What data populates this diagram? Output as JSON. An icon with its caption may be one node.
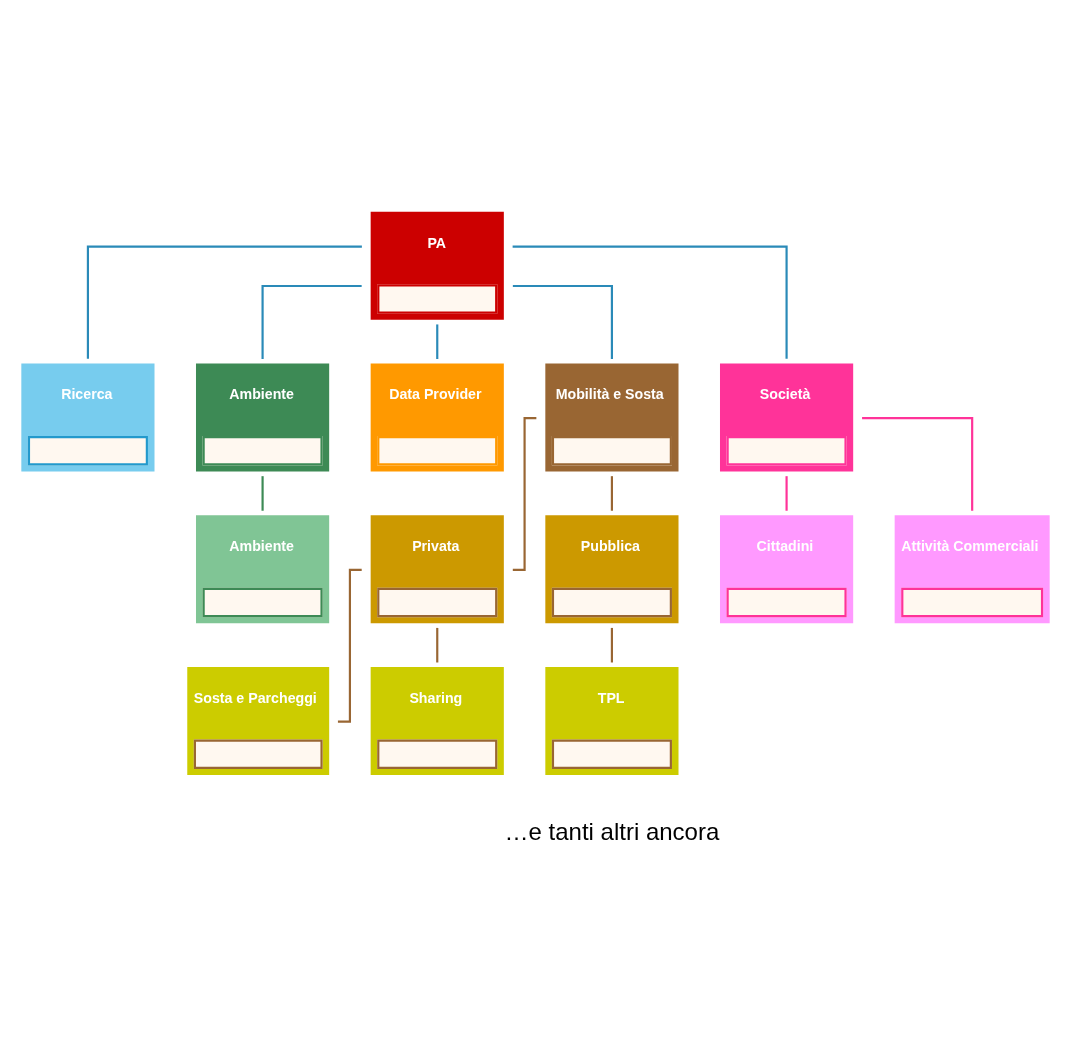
{
  "diagram": {
    "nodes": [
      {
        "text": [
          "PA"
        ]
      },
      {
        "text": [
          "Ricerca"
        ]
      },
      {
        "text": [
          "Ambiente"
        ]
      },
      {
        "text": [
          "Data Provider"
        ]
      },
      {
        "text": [
          "Mobilità e Sosta"
        ]
      },
      {
        "text": [
          "Società"
        ]
      },
      {
        "text": [
          "Ambiente"
        ]
      },
      {
        "text": [
          "Privata"
        ]
      },
      {
        "text": [
          "Pubblica"
        ]
      },
      {
        "text": [
          "Cittadini"
        ]
      },
      {
        "text": [
          "Attività Commerciali"
        ]
      },
      {
        "text": [
          "Sosta e Parcheggi"
        ]
      },
      {
        "text": [
          "Sharing"
        ]
      },
      {
        "text": [
          "TPL"
        ]
      }
    ],
    "edges": [
      {
        "from": 0,
        "to": 1,
        "arrow": "none",
        "color": "#2a8ab8"
      },
      {
        "from": 0,
        "to": 2,
        "arrow": "none",
        "color": "#2a8ab8"
      },
      {
        "from": 0,
        "to": 3,
        "arrow": "none",
        "color": "#2a8ab8"
      },
      {
        "from": 0,
        "to": 4,
        "arrow": "none",
        "color": "#2a8ab8"
      },
      {
        "from": 0,
        "to": 5,
        "arrow": "none",
        "color": "#2a8ab8"
      },
      {
        "from": 2,
        "to": 6,
        "arrow": "none",
        "color": "#3d8a55"
      },
      {
        "from": 4,
        "to": 7,
        "arrow": "none",
        "color": "#996633"
      },
      {
        "from": 4,
        "to": 8,
        "arrow": "none",
        "color": "#996633"
      },
      {
        "from": 5,
        "to": 9,
        "arrow": "none",
        "color": "#ff3399"
      },
      {
        "from": 5,
        "to": 10,
        "arrow": "none",
        "color": "#ff3399"
      },
      {
        "from": 7,
        "to": 11,
        "arrow": "none",
        "color": "#996633"
      },
      {
        "from": 7,
        "to": 12,
        "arrow": "none",
        "color": "#996633"
      },
      {
        "from": 8,
        "to": 13,
        "arrow": "none",
        "color": "#996633"
      }
    ],
    "labels": [
      "…e tanti altri ancora"
    ]
  }
}
